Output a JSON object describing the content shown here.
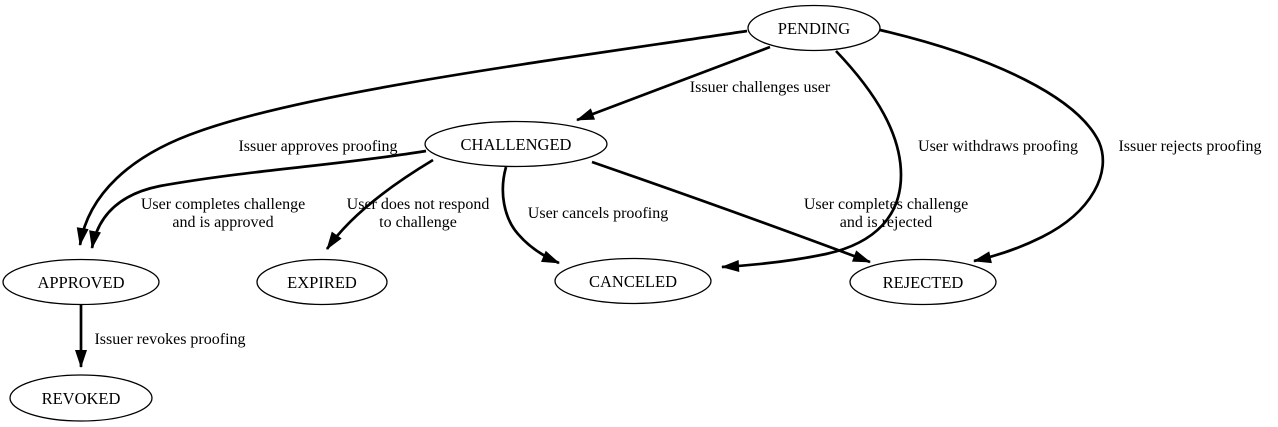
{
  "diagram": {
    "kind": "state-transition-diagram",
    "colors": {
      "background": "#ffffff",
      "stroke": "#000000",
      "text": "#000000"
    },
    "nodes": {
      "pending": {
        "label": "PENDING"
      },
      "challenged": {
        "label": "CHALLENGED"
      },
      "approved": {
        "label": "APPROVED"
      },
      "expired": {
        "label": "EXPIRED"
      },
      "canceled": {
        "label": "CANCELED"
      },
      "rejected": {
        "label": "REJECTED"
      },
      "revoked": {
        "label": "REVOKED"
      }
    },
    "edges": {
      "pending_challenged": {
        "from": "PENDING",
        "to": "CHALLENGED",
        "label": "Issuer challenges user"
      },
      "pending_approved": {
        "from": "PENDING",
        "to": "APPROVED",
        "label": "Issuer approves proofing"
      },
      "pending_canceled": {
        "from": "PENDING",
        "to": "CANCELED",
        "label": "User withdraws proofing"
      },
      "pending_rejected": {
        "from": "PENDING",
        "to": "REJECTED",
        "label": "Issuer rejects proofing"
      },
      "challenged_approved": {
        "from": "CHALLENGED",
        "to": "APPROVED",
        "label_line1": "User completes challenge",
        "label_line2": "and is approved"
      },
      "challenged_expired": {
        "from": "CHALLENGED",
        "to": "EXPIRED",
        "label_line1": "User does not respond",
        "label_line2": "to challenge"
      },
      "challenged_canceled": {
        "from": "CHALLENGED",
        "to": "CANCELED",
        "label": "User cancels proofing"
      },
      "challenged_rejected": {
        "from": "CHALLENGED",
        "to": "REJECTED",
        "label_line1": "User completes challenge",
        "label_line2": "and is rejected"
      },
      "approved_revoked": {
        "from": "APPROVED",
        "to": "REVOKED",
        "label": "Issuer revokes proofing"
      }
    }
  }
}
